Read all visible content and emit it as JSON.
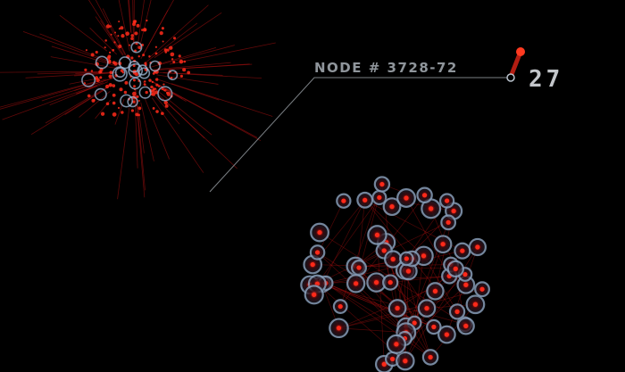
{
  "node_label": "NODE # 3728-72",
  "node_count": "27",
  "colors": {
    "background": "#000000",
    "node_red": "#ff2a1a",
    "edge_red": "#b01010",
    "ring_blue": "#9fb8d6",
    "label_gray": "#8f959b",
    "leader_line": "#9aa0a6"
  },
  "clusters": [
    {
      "name": "exploding-cluster",
      "style": "radial-burst"
    },
    {
      "name": "contained-cluster",
      "style": "ringed-sphere"
    }
  ]
}
